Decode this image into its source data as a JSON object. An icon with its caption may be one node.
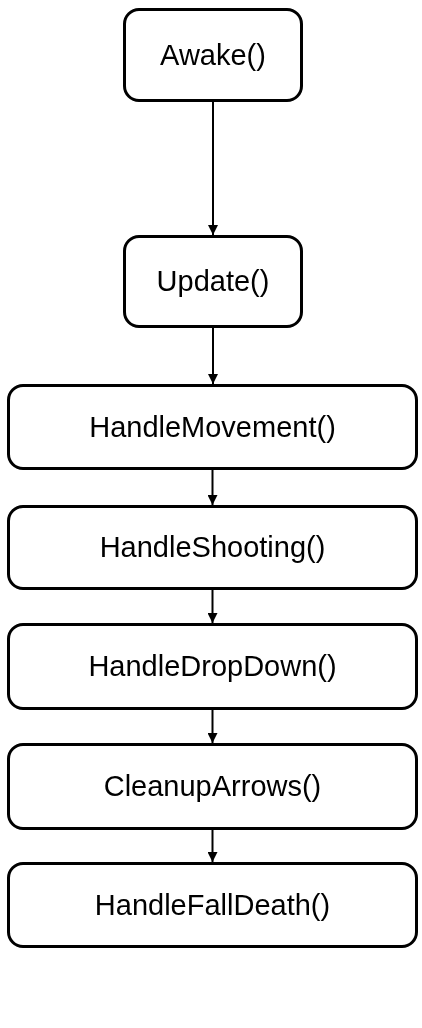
{
  "diagram": {
    "nodes": [
      {
        "text": [
          "Awake()"
        ]
      },
      {
        "text": [
          "Update()"
        ]
      },
      {
        "text": [
          "HandleMovement()"
        ]
      },
      {
        "text": [
          "HandleShooting()"
        ]
      },
      {
        "text": [
          "HandleDropDown()"
        ]
      },
      {
        "text": [
          "CleanupArrows()"
        ]
      },
      {
        "text": [
          "HandleFallDeath()"
        ]
      }
    ],
    "edges": [
      {
        "from": 0,
        "to": 1,
        "arrow": "to"
      },
      {
        "from": 1,
        "to": 2,
        "arrow": "to"
      },
      {
        "from": 2,
        "to": 3,
        "arrow": "to"
      },
      {
        "from": 3,
        "to": 4,
        "arrow": "to"
      },
      {
        "from": 4,
        "to": 5,
        "arrow": "to"
      },
      {
        "from": 5,
        "to": 6,
        "arrow": "to"
      }
    ]
  }
}
